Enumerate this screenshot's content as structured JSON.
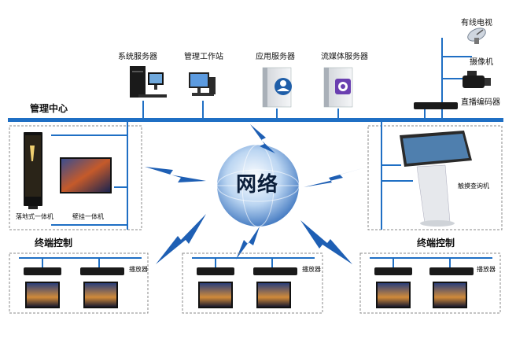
{
  "management_center": {
    "title": "管理中心",
    "devices": [
      {
        "label": "系统服务器",
        "icon": "desktop-computer-icon"
      },
      {
        "label": "管理工作站",
        "icon": "workstation-icon"
      },
      {
        "label": "应用服务器",
        "icon": "app-server-icon"
      },
      {
        "label": "流媒体服务器",
        "icon": "media-server-icon"
      }
    ]
  },
  "headend": {
    "cable_tv": "有线电视",
    "camera": "摄像机",
    "live_encoder": "直播编码器"
  },
  "network_label": "网络",
  "left_terminals": {
    "floor_standing": "落地式一体机",
    "wall_mounted": "壁挂一体机"
  },
  "right_terminal": {
    "kiosk": "触摸查询机"
  },
  "terminal_control": {
    "title": "终端控制",
    "player_label": "播放器"
  },
  "colors": {
    "bus": "#1f6fc4",
    "device_dark": "#1a1a1a",
    "globe": "#4a90d9",
    "lightning": "#1e5fb4",
    "dashed_border": "#888888"
  }
}
